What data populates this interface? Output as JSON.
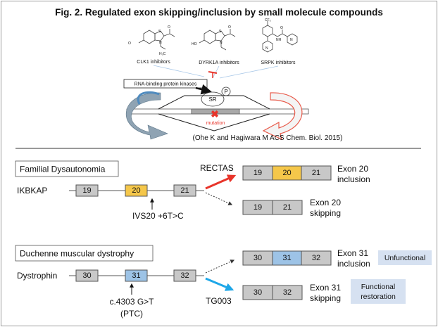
{
  "title": "Fig. 2. Regulated exon skipping/inclusion by small molecule compounds",
  "top": {
    "inhibitors": [
      "CLK1 inhibitors",
      "DYRK1A inhibitors",
      "SRPK inhibitors"
    ],
    "kinase_box": "RNA-binding protein kinases",
    "sr_label": "SR",
    "p_label": "P",
    "mutation_label": "mutation",
    "citation": "(Ohe K and Hagiwara M ACS Chem. Biol. 2015)"
  },
  "fd": {
    "disease": "Familial Dysautonomia",
    "gene": "IKBKAP",
    "exons": [
      "19",
      "20",
      "21"
    ],
    "mutation": "IVS20 +6T>C",
    "compound": "RECTAS",
    "inclusion_exons": [
      "19",
      "20",
      "21"
    ],
    "skipping_exons": [
      "19",
      "21"
    ],
    "inclusion_line1": "Exon 20",
    "inclusion_line2": "inclusion",
    "skipping_line1": "Exon 20",
    "skipping_line2": "skipping"
  },
  "dmd": {
    "disease": "Duchenne muscular dystrophy",
    "gene": "Dystrophin",
    "exons": [
      "30",
      "31",
      "32"
    ],
    "mutation_line1": "c.4303 G>T",
    "mutation_line2": "(PTC)",
    "compound": "TG003",
    "inclusion_exons": [
      "30",
      "31",
      "32"
    ],
    "skipping_exons": [
      "30",
      "32"
    ],
    "inclusion_line1": "Exon 31",
    "inclusion_line2": "inclusion",
    "skipping_line1": "Exon 31",
    "skipping_line2": "skipping",
    "unfunctional": "Unfunctional",
    "functional_line1": "Functional",
    "functional_line2": "restoration"
  },
  "colors": {
    "exon_gray": "#c8c8c8",
    "exon_yellow": "#f5c74a",
    "exon_blue": "#9dc3e6",
    "badge_blue": "#d6e1f1",
    "arrow_red": "#e8342a",
    "arrow_blue": "#1ea7e8",
    "arrow_right_red": "#e85a4a"
  }
}
